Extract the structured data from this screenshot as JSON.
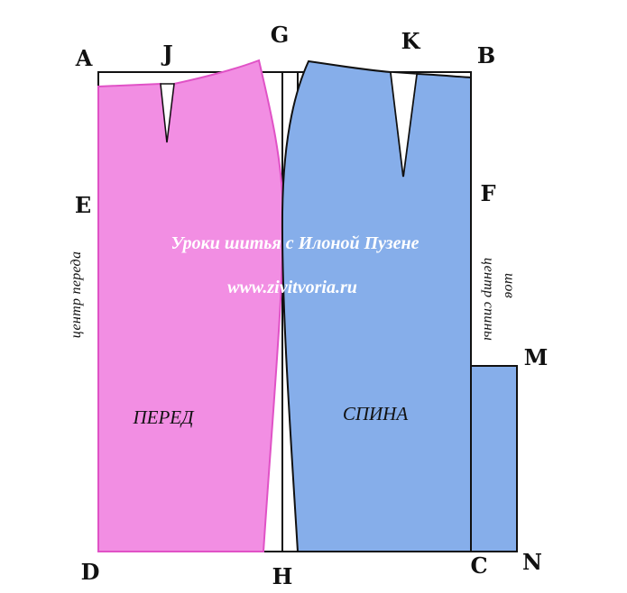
{
  "pattern": {
    "points": {
      "A": "A",
      "J": "J",
      "G": "G",
      "K": "K",
      "B": "B",
      "E": "E",
      "F": "F",
      "M": "M",
      "D": "D",
      "H": "H",
      "C": "C",
      "N": "N"
    },
    "front_label": "ПЕРЕД",
    "back_label": "СПИНА",
    "center_front_label": "центр переда",
    "center_back_label": "центр спины",
    "seam_label": "шов",
    "watermark_title": "Уроки шитья с Илоной Пузене",
    "watermark_url": "www.zivitvoria.ru"
  },
  "colors": {
    "front_fill": "#f28ee3",
    "front_stroke": "#e052c6",
    "back_fill": "#86aeea",
    "outline": "#111111",
    "watermark": "#ffffff"
  }
}
